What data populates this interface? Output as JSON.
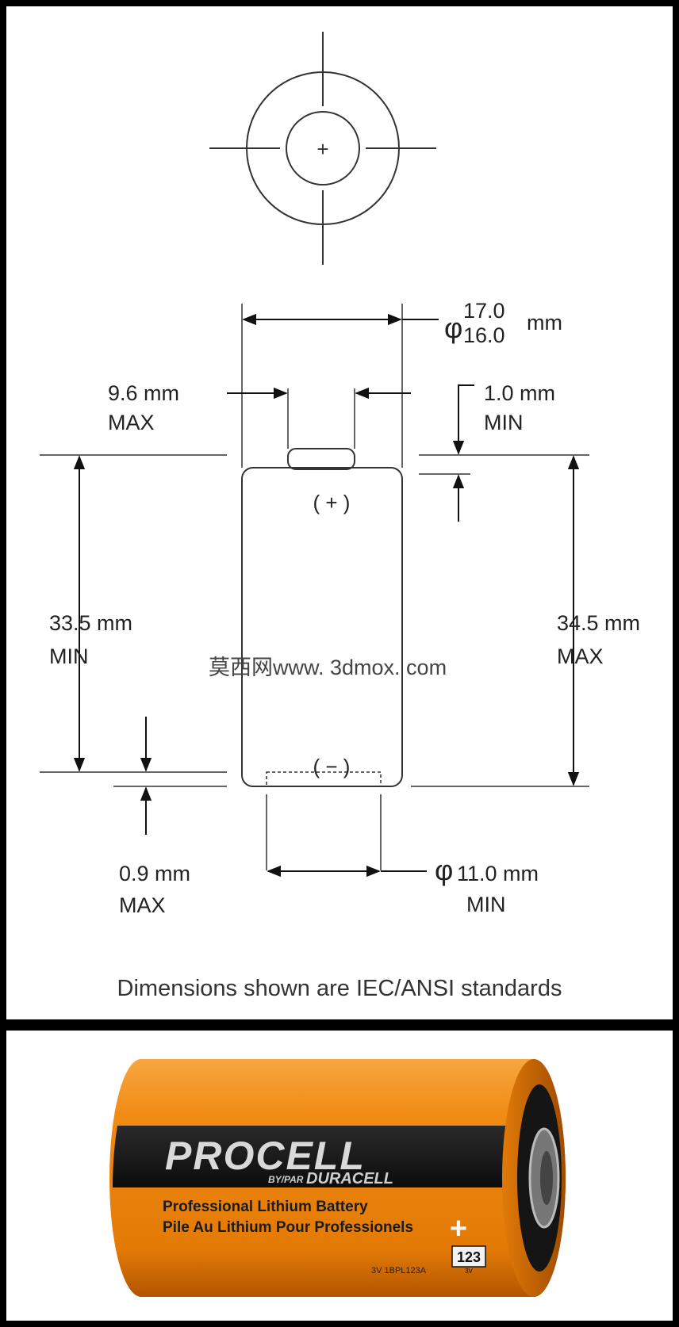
{
  "diagram": {
    "top_view": {
      "terminal_mark": "+"
    },
    "labels": {
      "diameter_symbol": "φ",
      "diameter_upper": "17.0",
      "diameter_lower": "16.0",
      "diameter_unit": "mm",
      "tab_width_value": "9.6 mm",
      "tab_width_qual": "MAX",
      "tab_height_value": "1.0 mm",
      "tab_height_qual": "MIN",
      "body_height_value": "33.5 mm",
      "body_height_qual": "MIN",
      "total_height_value": "34.5 mm",
      "total_height_qual": "MAX",
      "bottom_recess_value": "0.9 mm",
      "bottom_recess_qual": "MAX",
      "neg_diameter_symbol": "φ",
      "neg_diameter_value": "11.0 mm",
      "neg_diameter_qual": "MIN",
      "positive_terminal": "( + )",
      "negative_terminal": "( − )",
      "watermark": "莫西网www. 3dmox. com",
      "footnote": "Dimensions shown are IEC/ANSI standards"
    }
  },
  "battery": {
    "brand": "PROCELL",
    "sub_brand_prefix": "BY/PAR",
    "sub_brand": "DURACELL",
    "line1": "Professional Lithium Battery",
    "line2": "Pile Au Lithium Pour Professionels",
    "model": "123",
    "model_small": "3V",
    "code": "3V 1BPL123A",
    "plus": "+",
    "colors": {
      "orange": "#f08a12",
      "orange_dark": "#c55f00",
      "band": "#1a1a1a",
      "brand_text": "#d9d9d9"
    }
  }
}
